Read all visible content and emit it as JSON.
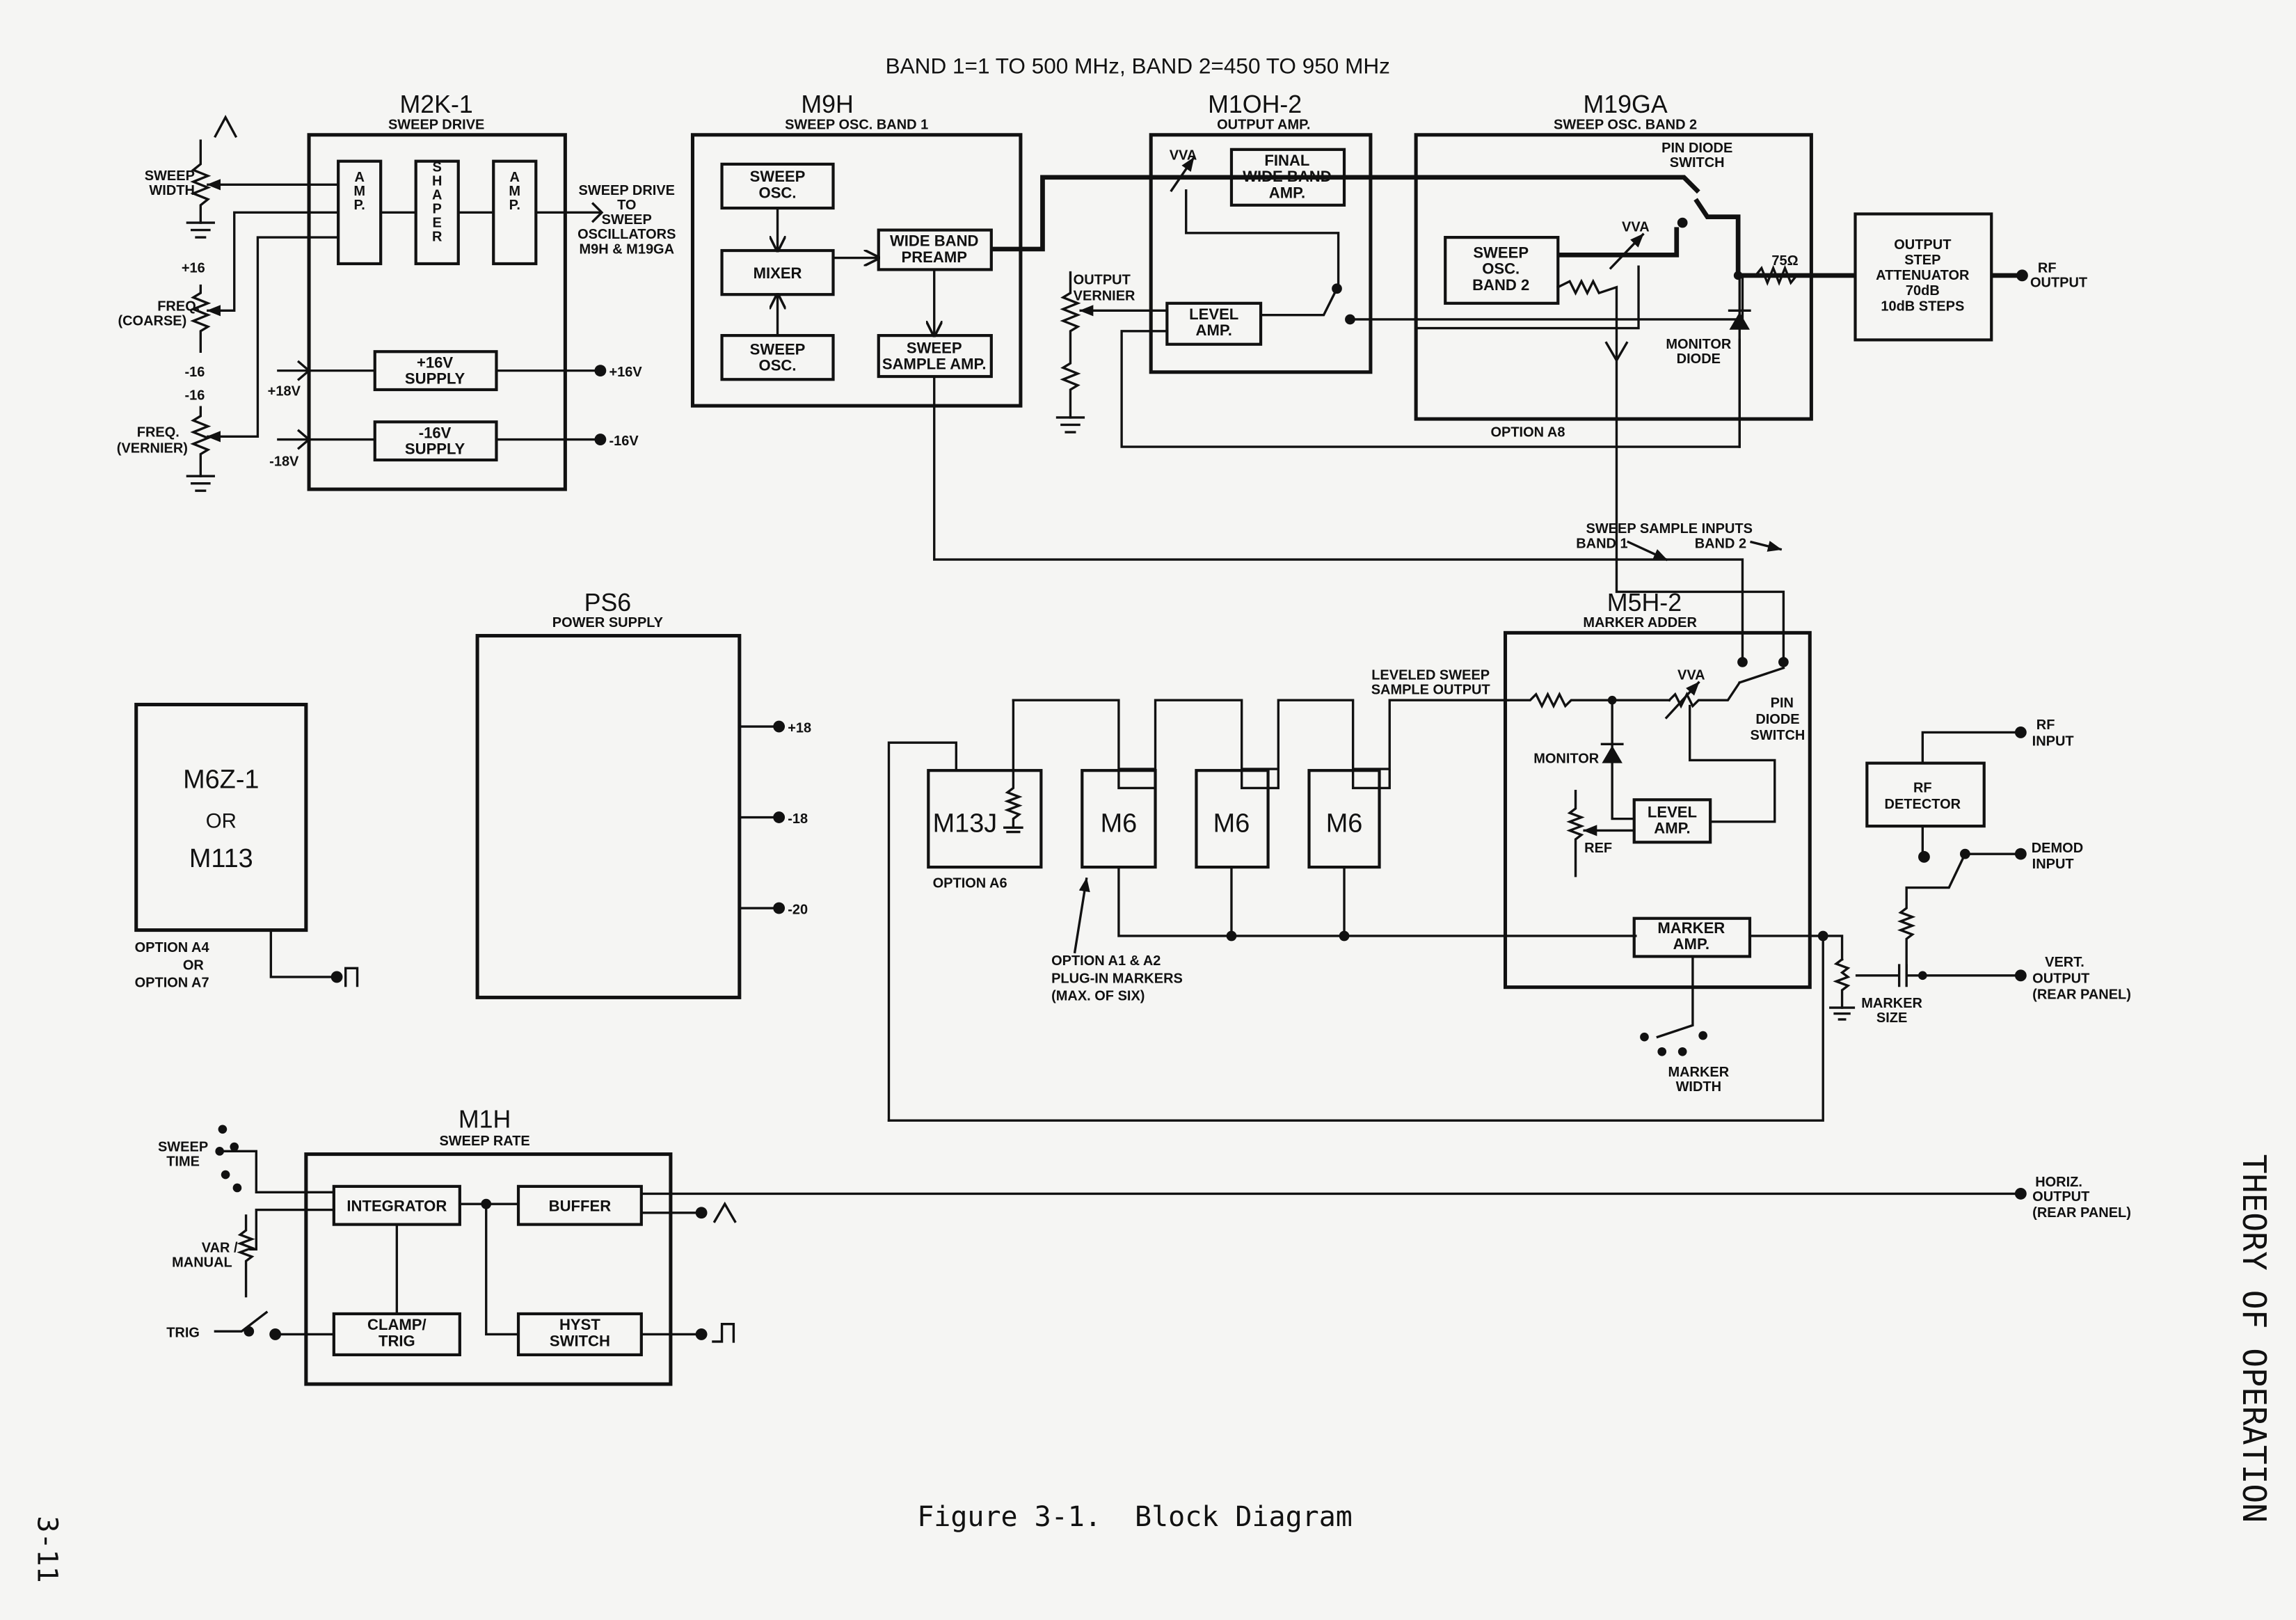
{
  "header": {
    "band_note": "BAND 1=1 TO 500 MHz, BAND 2=450 TO 950 MHz"
  },
  "footer": {
    "caption": "Figure 3-1.  Block Diagram",
    "page_number": "3-11",
    "section": "THEORY OF OPERATION"
  },
  "modules": {
    "m2k1": {
      "name": "M2K-1",
      "subtitle": "SWEEP DRIVE",
      "blocks": {
        "amp1": "A M P.",
        "shaper": "S H A P E R",
        "amp2": "A M P.",
        "sup_pos": [
          "+16V",
          "SUPPLY"
        ],
        "sup_neg": [
          "-16V",
          "SUPPLY"
        ]
      },
      "inputs": {
        "sweep_width": [
          "SWEEP",
          "WIDTH"
        ],
        "freq_coarse": [
          "FREQ.",
          "(COARSE)"
        ],
        "freq_vernier": [
          "FREQ.",
          "(VERNIER)"
        ],
        "plus16": "+16",
        "minus16a": "-16",
        "minus16b": "-16",
        "plus18v": "+18V",
        "minus18v": "-18V"
      },
      "outputs": {
        "pos": "+16V",
        "neg": "-16V",
        "drive": [
          "SWEEP DRIVE",
          "TO",
          "SWEEP",
          "OSCILLATORS",
          "M9H & M19GA"
        ]
      }
    },
    "m9h": {
      "name": "M9H",
      "subtitle": "SWEEP OSC. BAND 1",
      "blocks": {
        "osc1": [
          "SWEEP",
          "OSC."
        ],
        "mixer": "MIXER",
        "osc2": [
          "SWEEP",
          "OSC."
        ],
        "preamp": [
          "WIDE BAND",
          "PREAMP"
        ],
        "sample": [
          "SWEEP",
          "SAMPLE AMP."
        ]
      }
    },
    "m10h2": {
      "name": "M1OH-2",
      "subtitle": "OUTPUT AMP.",
      "vva": "VVA",
      "blocks": {
        "final": [
          "FINAL",
          "WIDE BAND",
          "AMP."
        ],
        "level": [
          "LEVEL",
          "AMP."
        ]
      },
      "vernier": [
        "OUTPUT",
        "VERNIER"
      ]
    },
    "m19ga": {
      "name": "M19GA",
      "subtitle": "SWEEP OSC. BAND 2",
      "pin_switch": [
        "PIN DIODE",
        "SWITCH"
      ],
      "vva": "VVA",
      "osc": [
        "SWEEP",
        "OSC.",
        "BAND 2"
      ],
      "monitor": [
        "MONITOR",
        "DIODE"
      ],
      "option": "OPTION  A8",
      "ohms": "75Ω"
    },
    "attenuator": {
      "lines": [
        "OUTPUT",
        "STEP",
        "ATTENUATOR",
        "70dB",
        "10dB STEPS"
      ],
      "rf_output": [
        "RF",
        "OUTPUT"
      ]
    },
    "ps6": {
      "name": "PS6",
      "subtitle": "POWER SUPPLY",
      "outputs": [
        "+18",
        "-18",
        "-20"
      ]
    },
    "m6z1": {
      "lines": [
        "M6Z-1",
        "OR",
        "M113"
      ],
      "option": [
        "OPTION  A4",
        "OR",
        "OPTION  A7"
      ]
    },
    "markers": {
      "m13j": "M13J",
      "m13j_option": "OPTION  A6",
      "m6": [
        "M6",
        "M6",
        "M6"
      ],
      "note": [
        "OPTION  A1 & A2",
        "PLUG-IN MARKERS",
        "(MAX. OF SIX)"
      ],
      "leveled": [
        "LEVELED SWEEP",
        "SAMPLE OUTPUT"
      ]
    },
    "sample_inputs": {
      "title": "SWEEP SAMPLE INPUTS",
      "band1": "BAND 1",
      "band2": "BAND 2"
    },
    "m5h2": {
      "name": "M5H-2",
      "subtitle": "MARKER ADDER",
      "vva": "VVA",
      "monitor": "MONITOR",
      "ref": "REF",
      "pin_switch": [
        "PIN",
        "DIODE",
        "SWITCH"
      ],
      "level": [
        "LEVEL",
        "AMP."
      ],
      "marker_amp": [
        "MARKER",
        "AMP."
      ],
      "marker_width": [
        "MARKER",
        "WIDTH"
      ],
      "marker_size": [
        "MARKER",
        "SIZE"
      ]
    },
    "rf_det": {
      "lines": [
        "RF",
        "DETECTOR"
      ],
      "rf_input": [
        "RF",
        "INPUT"
      ],
      "demod": [
        "DEMOD",
        "INPUT"
      ],
      "vert": [
        "VERT.",
        "OUTPUT",
        "(REAR PANEL)"
      ]
    },
    "m1h": {
      "name": "M1H",
      "subtitle": "SWEEP RATE",
      "blocks": {
        "integrator": "INTEGRATOR",
        "buffer": "BUFFER",
        "clamp": [
          "CLAMP/",
          "TRIG"
        ],
        "hyst": [
          "HYST",
          "SWITCH"
        ]
      },
      "sweep_time": [
        "SWEEP",
        "TIME"
      ],
      "var_manual": [
        "VAR /",
        "MANUAL"
      ],
      "trig": "TRIG",
      "horiz": [
        "HORIZ.",
        "OUTPUT",
        "(REAR PANEL)"
      ]
    }
  }
}
